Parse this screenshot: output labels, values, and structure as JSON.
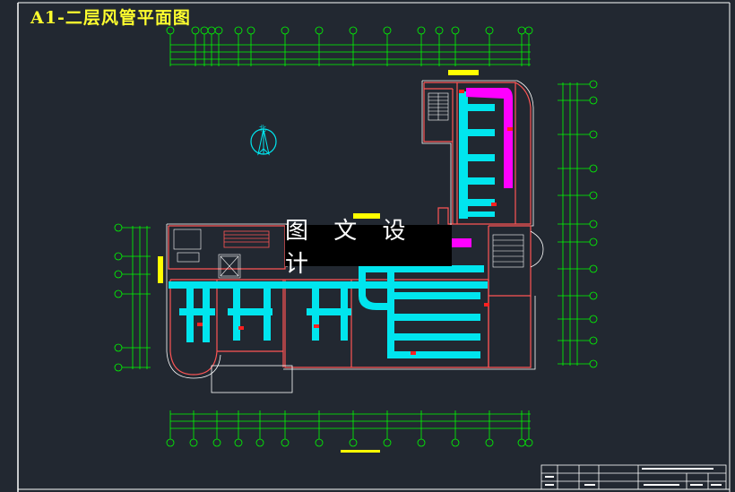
{
  "title": "A1-二层风管平面图",
  "watermark": "图 文 设 计",
  "north_label": "北",
  "colors": {
    "background": "#222831",
    "frame": "#ffffff",
    "dimension": "#00ff00",
    "wall": "#ff4d4d",
    "duct": "#00e5ee",
    "duct_exhaust": "#ff00ff",
    "title_text": "#ffff2e",
    "yellow": "#ffff00"
  },
  "icons": [
    "north-arrow-icon",
    "stair-icon",
    "elevator-icon"
  ]
}
